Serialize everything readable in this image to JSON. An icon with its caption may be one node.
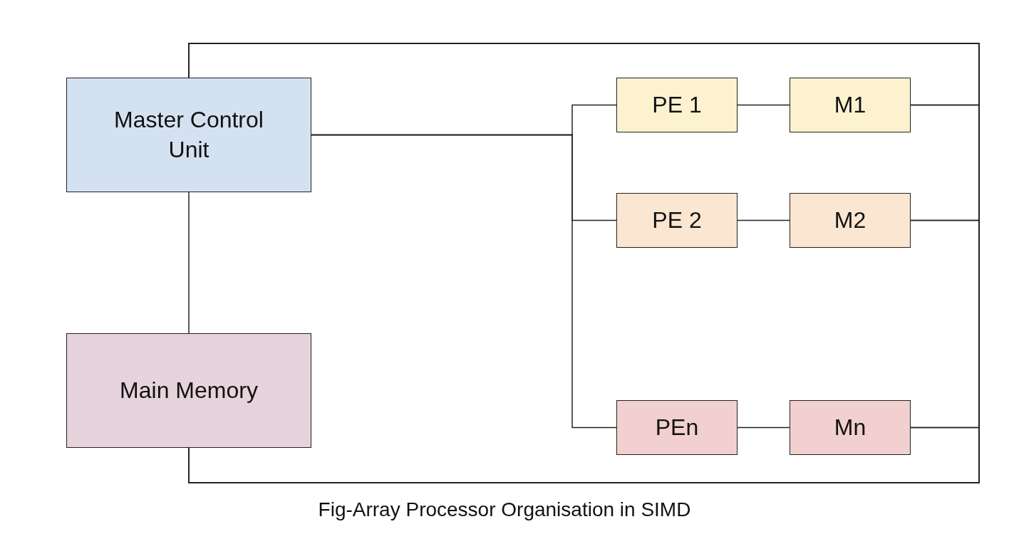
{
  "diagram": {
    "caption": "Fig-Array Processor Organisation in SIMD",
    "nodes": [
      {
        "text": [
          "Master Control Unit"
        ]
      },
      {
        "text": [
          "Main Memory"
        ]
      },
      {
        "text": [
          "PE 1"
        ]
      },
      {
        "text": [
          "M1"
        ]
      },
      {
        "text": [
          "PE 2"
        ]
      },
      {
        "text": [
          "M2"
        ]
      },
      {
        "text": [
          "PEn"
        ]
      },
      {
        "text": [
          "Mn"
        ]
      }
    ],
    "edges": [
      {
        "from": 0,
        "to": 1,
        "arrow": "none"
      },
      {
        "from": 0,
        "to": 2,
        "arrow": "none"
      },
      {
        "from": 0,
        "to": 4,
        "arrow": "none"
      },
      {
        "from": 0,
        "to": 6,
        "arrow": "none"
      },
      {
        "from": 2,
        "to": 3,
        "arrow": "none"
      },
      {
        "from": 4,
        "to": 5,
        "arrow": "none"
      },
      {
        "from": 6,
        "to": 7,
        "arrow": "none"
      },
      {
        "from": 3,
        "to": 0,
        "arrow": "none"
      },
      {
        "from": 5,
        "to": 0,
        "arrow": "none"
      },
      {
        "from": 7,
        "to": 0,
        "arrow": "none"
      },
      {
        "from": 3,
        "to": 1,
        "arrow": "none"
      },
      {
        "from": 5,
        "to": 1,
        "arrow": "none"
      },
      {
        "from": 7,
        "to": 1,
        "arrow": "none"
      }
    ]
  }
}
